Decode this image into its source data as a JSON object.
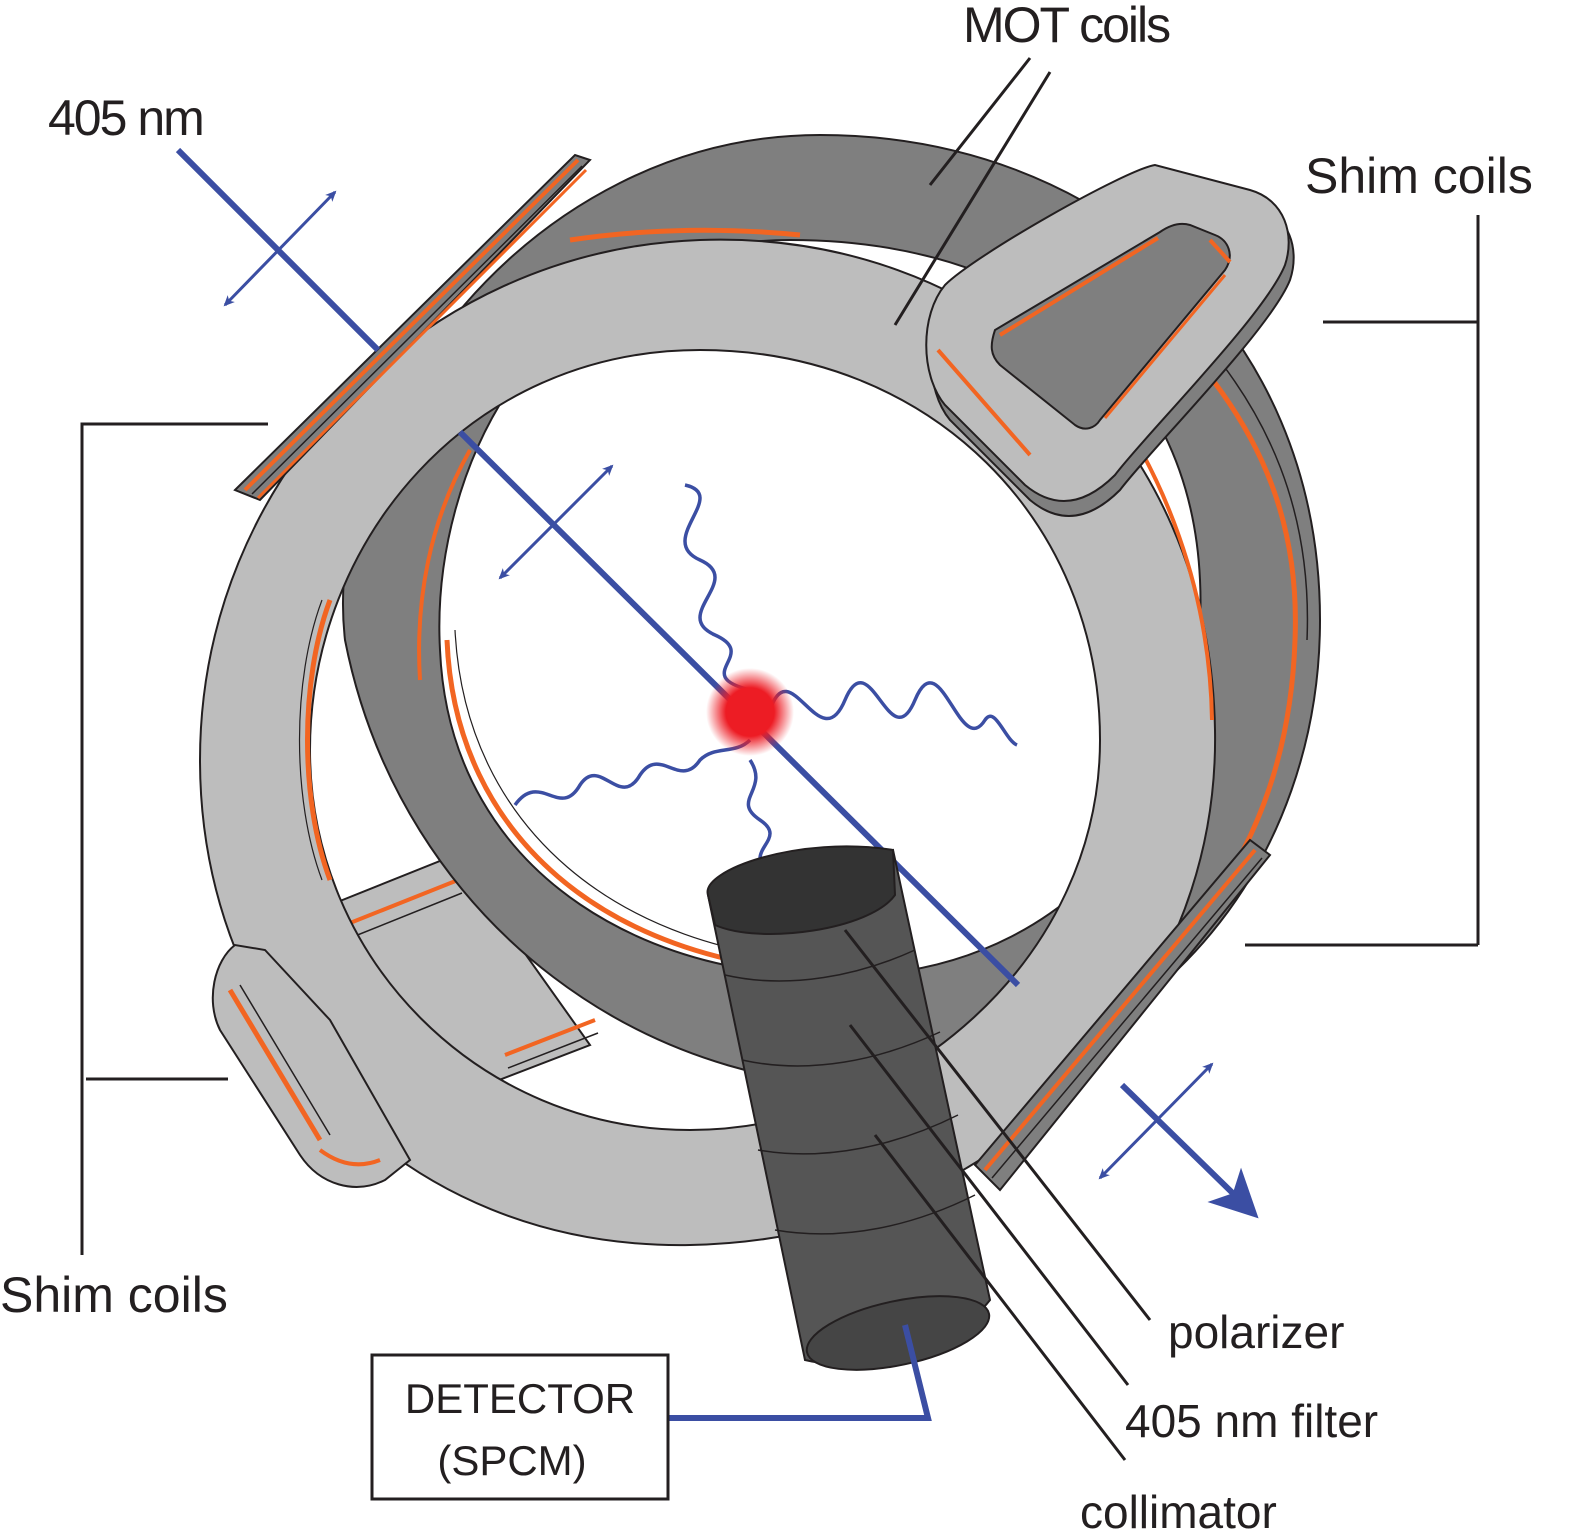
{
  "labels": {
    "wavelength": "405 nm",
    "mot_coils": "MOT coils",
    "shim_coils_right": "Shim coils",
    "shim_coils_left": "Shim coils",
    "polarizer": "polarizer",
    "filter": "405 nm filter",
    "collimator": "collimator",
    "detector_line1": "DETECTOR",
    "detector_line2": "(SPCM)"
  },
  "colors": {
    "beam": "#3b4ea3",
    "coil_light": "#bdbdbd",
    "coil_dark": "#7f7f7f",
    "winding": "#f26522",
    "atoms": "#ed1c24",
    "detector_body": "#555555",
    "detector_top": "#333333",
    "outline": "#231f20"
  }
}
